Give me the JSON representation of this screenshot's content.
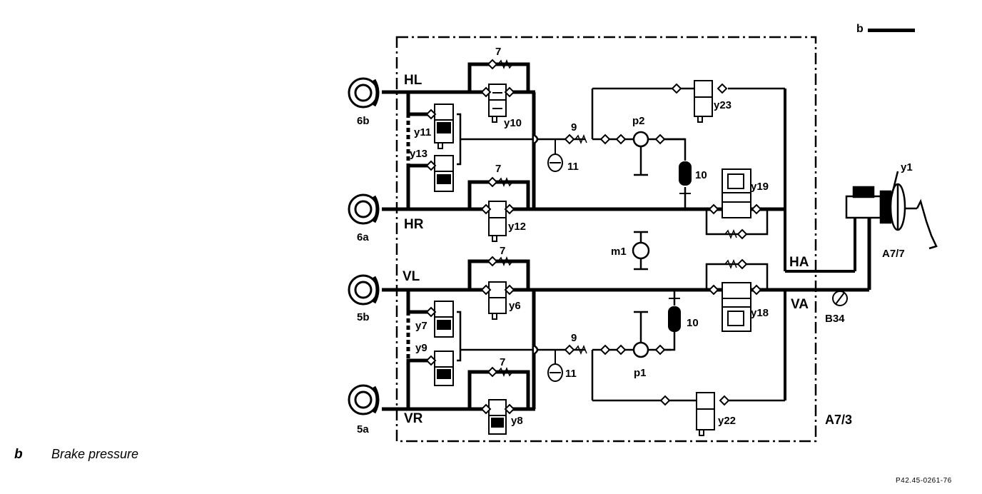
{
  "legend": {
    "letter": "b"
  },
  "caption": {
    "letter": "b",
    "text": "Brake pressure"
  },
  "reference_code": "P42.45-0261-76",
  "wheels": {
    "rear_left": "6b",
    "rear_right": "6a",
    "front_left": "5b",
    "front_right": "5a"
  },
  "circuit_labels": {
    "hl": "HL",
    "hr": "HR",
    "vl": "VL",
    "vr": "VR",
    "ha": "HA",
    "va": "VA"
  },
  "components": {
    "y1": "y1",
    "a77": "A7/7",
    "a73": "A7/3",
    "b34": "B34",
    "m1": "m1",
    "p1": "p1",
    "p2": "p2",
    "y6": "y6",
    "y7": "y7",
    "y8": "y8",
    "y9": "y9",
    "y10": "y10",
    "y11": "y11",
    "y12": "y12",
    "y13": "y13",
    "y18": "y18",
    "y19": "y19",
    "y22": "y22",
    "y23": "y23",
    "check_valve": "7",
    "restrictor": "9",
    "accumulator": "10",
    "damper": "11"
  }
}
